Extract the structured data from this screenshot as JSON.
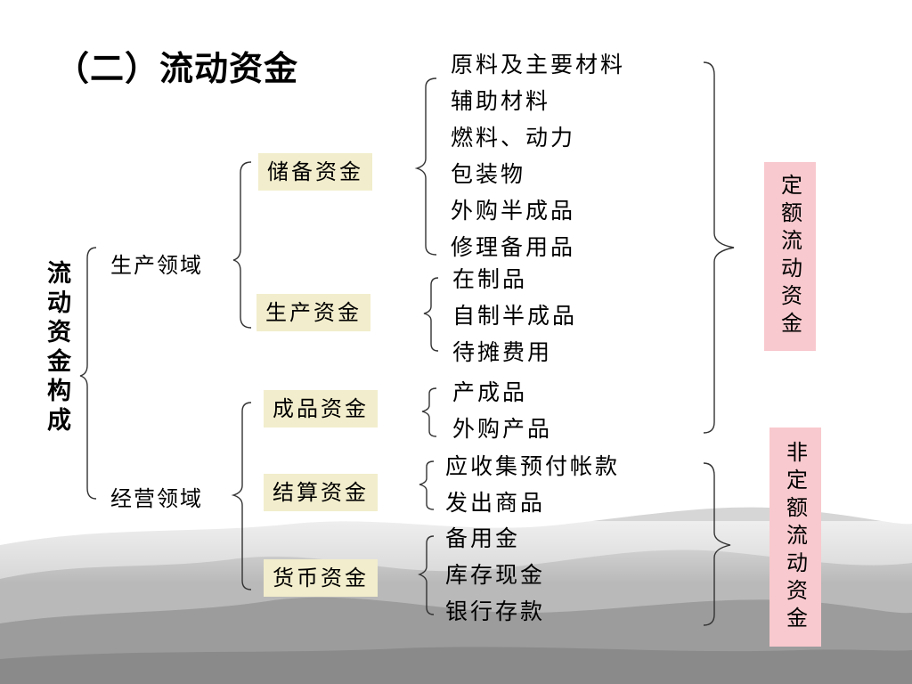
{
  "title": "（二）流动资金",
  "root": "流动资金构成",
  "domains": {
    "production": "生产领域",
    "operation": "经营领域"
  },
  "funds": {
    "reserve": "储备资金",
    "production": "生产资金",
    "finished": "成品资金",
    "settlement": "结算资金",
    "monetary": "货币资金"
  },
  "items": {
    "reserve": [
      "原料及主要材料",
      "辅助材料",
      "燃料、动力",
      "包装物",
      "外购半成品",
      "修理备用品"
    ],
    "production": [
      "在制品",
      "自制半成品",
      "待摊费用"
    ],
    "finished": [
      "产成品",
      "外购产品"
    ],
    "settlement": [
      "应收集预付帐款",
      "发出商品"
    ],
    "monetary": [
      "备用金",
      "库存现金",
      "银行存款"
    ]
  },
  "categories": {
    "quota": "定额流动资金",
    "non_quota": "非定额流动资金"
  }
}
